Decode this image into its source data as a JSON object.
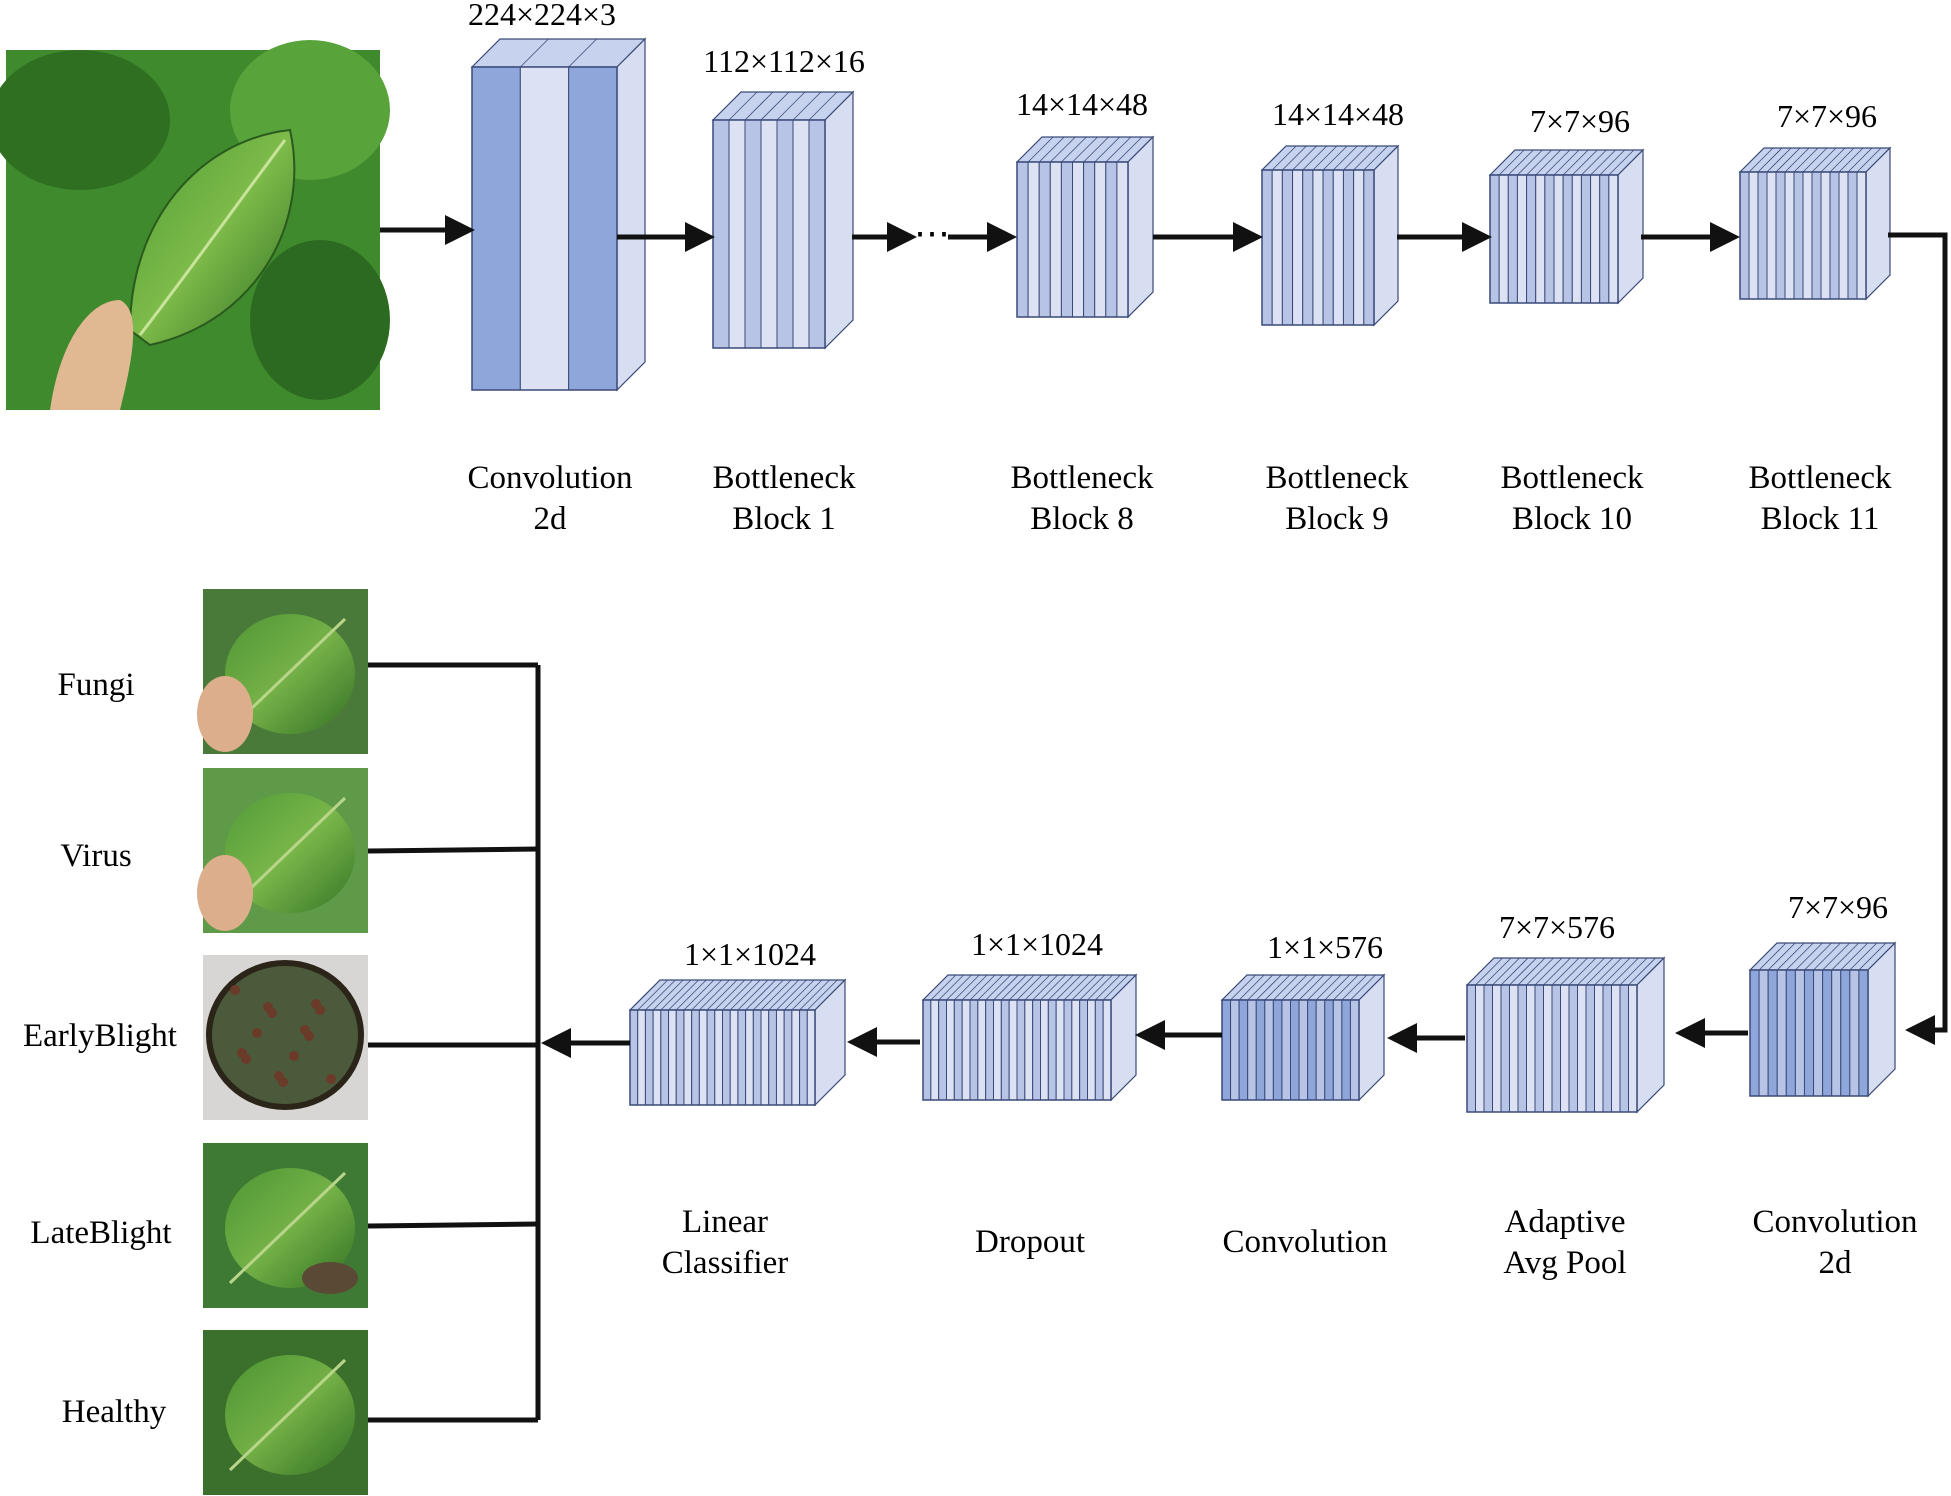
{
  "colors": {
    "block_front": "#b7c4e6",
    "block_front_dark": "#8fa6da",
    "block_front_light": "#dce2f3",
    "block_top": "#c6d2ee",
    "block_side": "#d8def2",
    "stroke": "#3a4a78",
    "line": "#111111"
  },
  "input_image": {
    "name": "input-leaf-photo",
    "icon": "potato-leaf-photo"
  },
  "top_row": [
    {
      "id": "conv2d-1",
      "dims": "224×224×3",
      "label_lines": [
        "Convolution",
        "2d"
      ]
    },
    {
      "id": "bottleneck-1",
      "dims": "112×112×16",
      "label_lines": [
        "Bottleneck",
        "Block 1"
      ]
    },
    {
      "id": "bottleneck-8",
      "dims": "14×14×48",
      "label_lines": [
        "Bottleneck",
        "Block 8"
      ]
    },
    {
      "id": "bottleneck-9",
      "dims": "14×14×48",
      "label_lines": [
        "Bottleneck",
        "Block 9"
      ]
    },
    {
      "id": "bottleneck-10",
      "dims": "7×7×96",
      "label_lines": [
        "Bottleneck",
        "Block 10"
      ]
    },
    {
      "id": "bottleneck-11",
      "dims": "7×7×96",
      "label_lines": [
        "Bottleneck",
        "Block 11"
      ]
    }
  ],
  "bottom_row": [
    {
      "id": "conv2d-2",
      "dims": "7×7×96",
      "label_lines": [
        "Convolution",
        "2d"
      ]
    },
    {
      "id": "adaptive-avg-pool",
      "dims": "7×7×576",
      "label_lines": [
        "Adaptive",
        "Avg Pool"
      ]
    },
    {
      "id": "convolution",
      "dims": "1×1×576",
      "label_lines": [
        "Convolution"
      ]
    },
    {
      "id": "dropout",
      "dims": "1×1×1024",
      "label_lines": [
        "Dropout"
      ]
    },
    {
      "id": "linear-classifier",
      "dims": "1×1×1024",
      "label_lines": [
        "Linear",
        "Classifier"
      ]
    }
  ],
  "classes": [
    {
      "label": "Fungi",
      "icon": "fungi-leaf-photo"
    },
    {
      "label": "Virus",
      "icon": "virus-leaf-photo"
    },
    {
      "label": "EarlyBlight",
      "icon": "early-blight-leaf-photo"
    },
    {
      "label": "LateBlight",
      "icon": "late-blight-leaf-photo"
    },
    {
      "label": "Healthy",
      "icon": "healthy-leaf-photo"
    }
  ],
  "ellipsis": "⋯"
}
